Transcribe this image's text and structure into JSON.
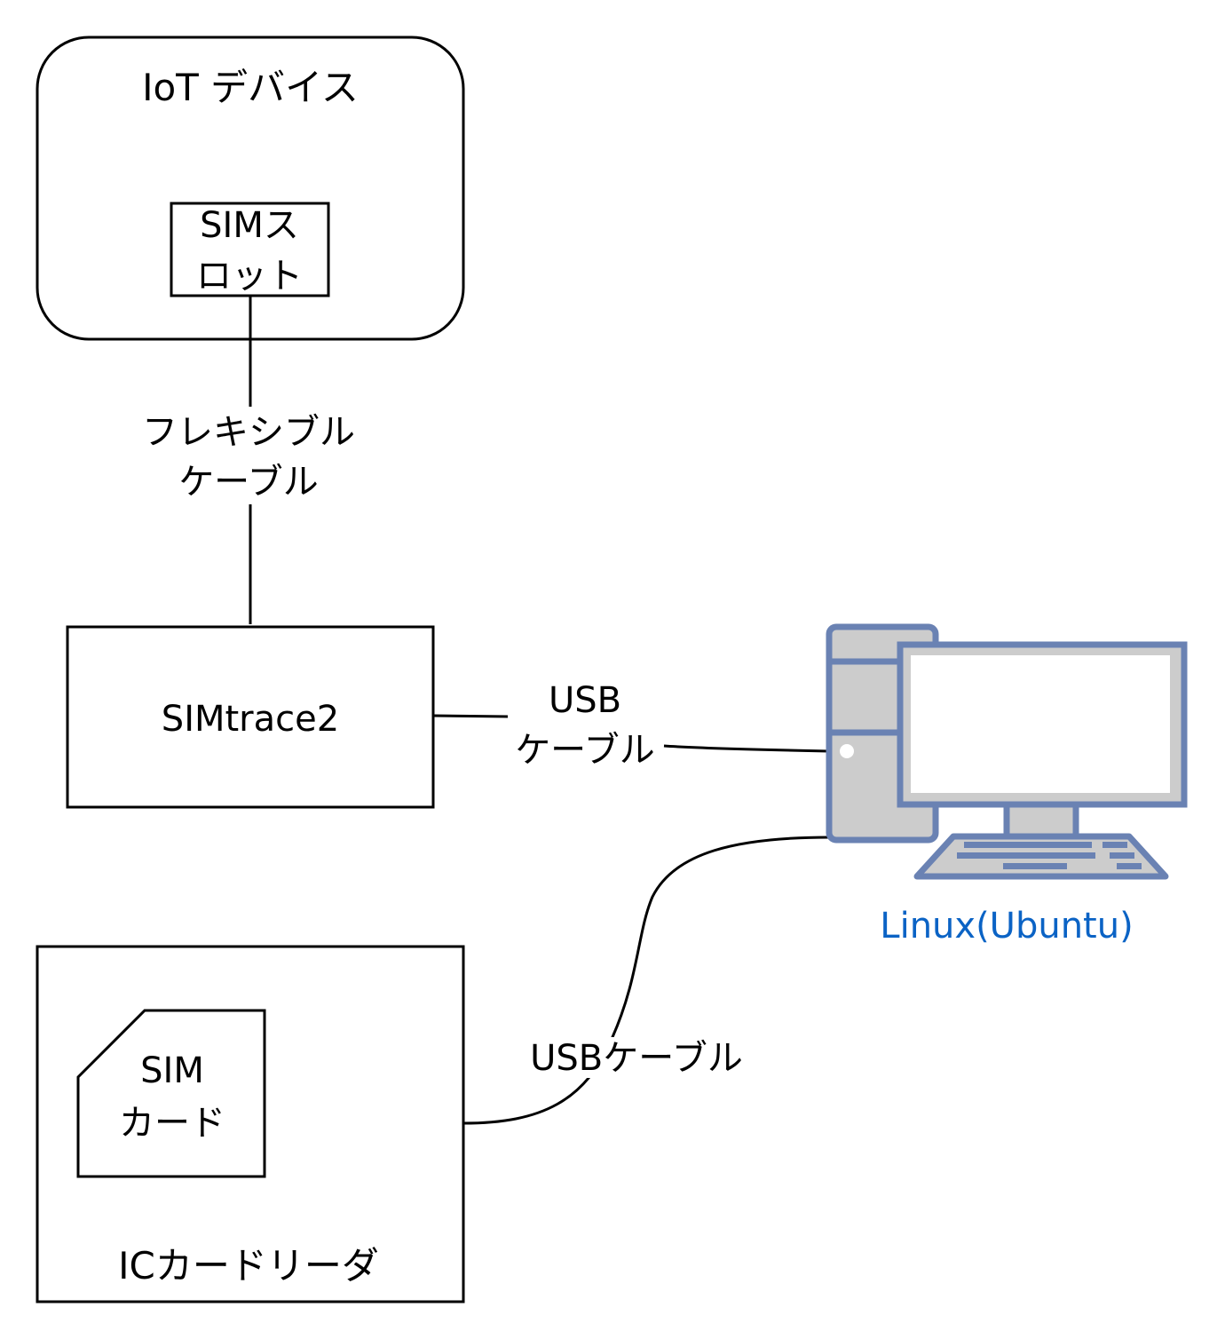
{
  "diagram": {
    "nodes": {
      "iot_device": {
        "label": "IoT デバイス"
      },
      "sim_slot": {
        "label_line1": "SIMス",
        "label_line2": "ロット"
      },
      "simtrace": {
        "label": "SIMtrace2"
      },
      "sim_card": {
        "label_line1": "SIM",
        "label_line2": "カード"
      },
      "ic_reader": {
        "label": "ICカードリーダ"
      },
      "computer": {
        "label": "Linux(Ubuntu)"
      }
    },
    "edges": {
      "flex_cable": {
        "label_line1": "フレキシブル",
        "label_line2": "ケーブル"
      },
      "usb_simtrace": {
        "label_line1": "USB",
        "label_line2": "ケーブル"
      },
      "usb_reader": {
        "label": "USBケーブル"
      }
    },
    "colors": {
      "stroke": "#000000",
      "computer_outline": "#6a82b3",
      "computer_fill": "#cccccc",
      "computer_label": "#0b63c5"
    }
  }
}
